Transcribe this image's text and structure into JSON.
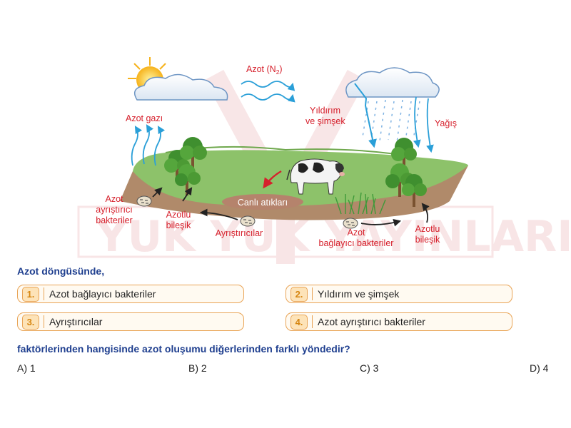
{
  "diagram": {
    "labels": {
      "azot_n2": "Azot (N",
      "azot_n2_sub": "2",
      "azot_n2_close": ")",
      "azot_gazi": "Azot gazı",
      "yildirim_1": "Yıldırım",
      "yildirim_2": "ve şimşek",
      "yagis": "Yağış",
      "canli_atiklari": "Canlı atıkları",
      "azot_ayristirici_1": "Azot",
      "azot_ayristirici_2": "ayrıştırıcı",
      "azot_ayristirici_3": "bakteriler",
      "azotlu_bilesik_left_1": "Azotlu",
      "azotlu_bilesik_left_2": "bileşik",
      "ayristiricilar": "Ayrıştırıcılar",
      "azot_baglayici_1": "Azot",
      "azot_baglayici_2": "bağlayıcı bakteriler",
      "azotlu_bilesik_right_1": "Azotlu",
      "azotlu_bilesik_right_2": "bileşik"
    },
    "watermark": {
      "left": "YUK YUK",
      "right": "YAYINLARI"
    },
    "colors": {
      "label_red": "#d6202c",
      "arrow_blue": "#2a9fd8",
      "ground_green": "#8dc26a",
      "soil_brown": "#b08a6a"
    }
  },
  "question": {
    "intro": "Azot döngüsünde,",
    "options": [
      {
        "num": "1.",
        "text": "Azot bağlayıcı bakteriler"
      },
      {
        "num": "2.",
        "text": "Yıldırım ve şimşek"
      },
      {
        "num": "3.",
        "text": "Ayrıştırıcılar"
      },
      {
        "num": "4.",
        "text": "Azot ayrıştırıcı bakteriler"
      }
    ],
    "prompt": "faktörlerinden hangisinde azot oluşumu diğerlerinden farklı yöndedir?",
    "answers": [
      "A)  1",
      "B)  2",
      "C)  3",
      "D)  4"
    ]
  }
}
